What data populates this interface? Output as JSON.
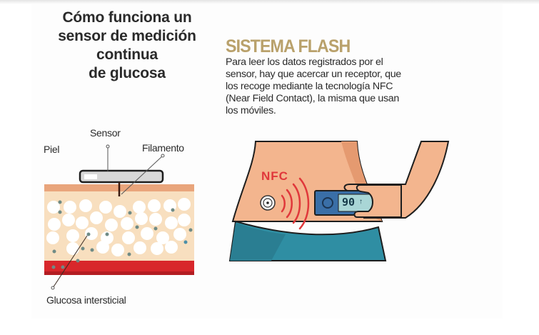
{
  "left_panel": {
    "title_lines": [
      "Cómo funciona un",
      "sensor de medición",
      "continua",
      "de glucosa"
    ],
    "labels": {
      "skin": "Piel",
      "sensor": "Sensor",
      "filament": "Filamento",
      "interstitial_glucose": "Glucosa intersticial"
    }
  },
  "right_panel": {
    "heading": "SISTEMA FLASH",
    "body_lines": [
      "Para leer los datos registrados por el",
      "sensor, hay que acercar un receptor, que",
      "los recoge mediante la tecnología NFC",
      "(Near Field Contact), la misma que usan",
      "los móviles."
    ],
    "nfc_label": "NFC",
    "reader_value": "90",
    "reader_trend": "↑"
  },
  "colors": {
    "heading_gold": "#b9a16b",
    "skin_top": "#e9a57c",
    "tissue": "#f8dfbf",
    "blood": "#d8272b",
    "nfc_red": "#e0383b",
    "reader_blue": "#3a6fa7",
    "reader_screen": "#a9d6d6",
    "pants_teal": "#2f8ea3",
    "body_skin": "#f3b58e"
  }
}
